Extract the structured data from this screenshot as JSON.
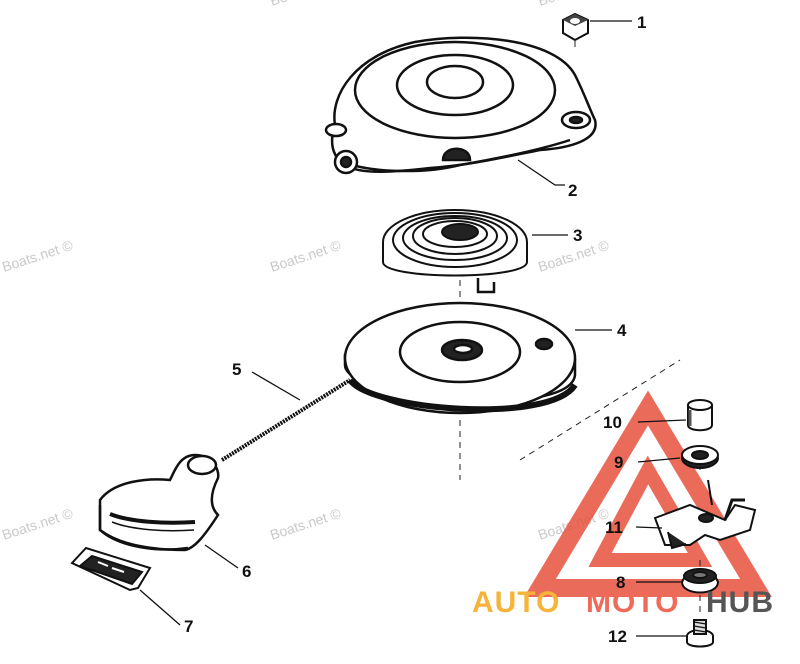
{
  "watermarks": [
    "Boats.net ©",
    "Boats.net ©",
    "Boats.net ©",
    "Boats.net ©",
    "Boats.net ©",
    "Boats.net ©",
    "Boats.net ©",
    "Boats.net ©"
  ],
  "callouts": [
    {
      "label": "1",
      "part": "nut"
    },
    {
      "label": "2",
      "part": "starter-housing"
    },
    {
      "label": "3",
      "part": "rewind-spring"
    },
    {
      "label": "4",
      "part": "pulley"
    },
    {
      "label": "5",
      "part": "starter-rope"
    },
    {
      "label": "6",
      "part": "starter-handle"
    },
    {
      "label": "7",
      "part": "handle-insert"
    },
    {
      "label": "8",
      "part": "bushing"
    },
    {
      "label": "9",
      "part": "washer"
    },
    {
      "label": "10",
      "part": "spacer"
    },
    {
      "label": "11",
      "part": "pawl-bracket"
    },
    {
      "label": "12",
      "part": "screw"
    }
  ],
  "logo": {
    "part_auto": "AUTO",
    "part_moto": "MOTO",
    "part_hub": "HUB",
    "colors": {
      "auto": "#f6b43a",
      "moto": "#f06a5a",
      "hub": "#555555",
      "triangle": "#e8523f"
    }
  }
}
